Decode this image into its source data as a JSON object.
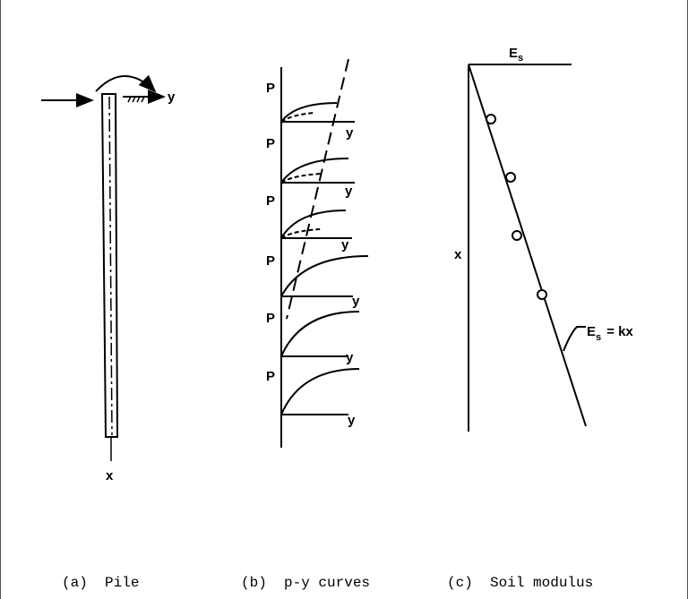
{
  "pile": {
    "moment_label": "",
    "y_label": "y",
    "x_label": "x",
    "caption": "(a)  Pile"
  },
  "py": {
    "p_labels": [
      "P",
      "P",
      "P",
      "P",
      "P",
      "P"
    ],
    "y_labels": [
      "y",
      "y",
      "y",
      "y",
      "y",
      "y"
    ],
    "caption": "(b)  p-y curves"
  },
  "modulus": {
    "top_label": "E",
    "top_sub": "s",
    "x_label": "x",
    "eq_E": "E",
    "eq_sub": "s",
    "eq_rest": "= kx",
    "caption": "(c)  Soil modulus"
  }
}
